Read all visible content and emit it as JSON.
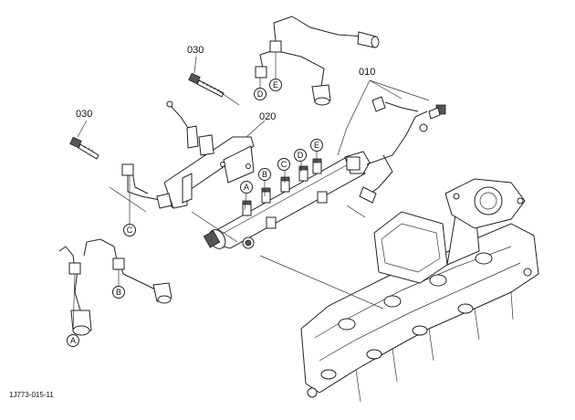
{
  "diagram": {
    "callouts": {
      "bolt_top": "030",
      "bolt_left": "030",
      "bracket": "020",
      "rail": "010"
    },
    "connection_labels": {
      "a_rail": "A",
      "b_rail": "B",
      "c_rail": "C",
      "d_rail": "D",
      "e_rail": "E",
      "d_pipe": "D",
      "e_pipe": "E",
      "c_pipe": "C",
      "b_pipe": "B",
      "a_pipe": "A"
    },
    "drawing_code": "1J773-015-11"
  }
}
